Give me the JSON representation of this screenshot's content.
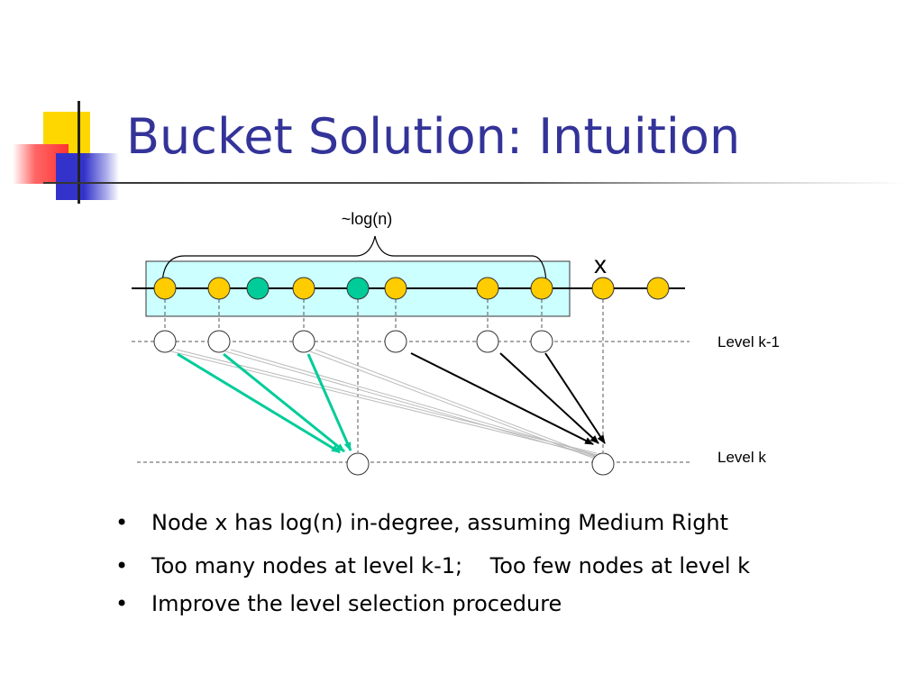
{
  "slide": {
    "title": "Bucket Solution: Intuition"
  },
  "diagram": {
    "brace_label": "~log(n)",
    "node_label": "x",
    "level_labels": [
      "Level k-1",
      "Level k"
    ],
    "colors": {
      "node_yellow": "#FFCC00",
      "node_teal": "#00CC99",
      "bucket_fill": "#CCFFFF",
      "teal_arrow": "#00CC99",
      "title_blue": "#333399"
    }
  },
  "bullets": [
    {
      "marker": "•",
      "text": "Node x has log(n) in-degree, assuming Medium Right"
    },
    {
      "marker": "•",
      "text": "Too many nodes at level k-1;    Too few nodes at level k"
    },
    {
      "marker": "•",
      "text": "Improve the level selection procedure"
    }
  ]
}
